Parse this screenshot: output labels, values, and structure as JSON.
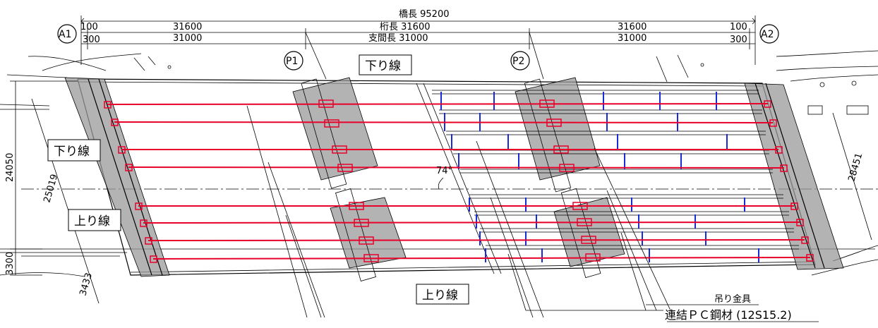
{
  "dimensions": {
    "bridge_length": "橋長 95200",
    "girder_length_left": "31600",
    "girder_length_center": "桁長 31600",
    "girder_length_right": "31600",
    "span_length_left": "31000",
    "span_length_center": "支間長 31000",
    "span_length_right": "31000",
    "end_offset_left_top": "100",
    "end_offset_left_bottom": "300",
    "end_offset_right_top": "100",
    "end_offset_right_bottom": "300",
    "width_total": "24050",
    "width_skew": "25019",
    "width_right": "28451",
    "width_bottom": "3300",
    "width_bottom_skew": "3433",
    "skew_angle": "74°"
  },
  "supports": {
    "a1": "A1",
    "a2": "A2",
    "p1": "P1",
    "p2": "P2"
  },
  "labels": {
    "downline_top": "下り線",
    "downline_left": "下り線",
    "upline_left": "上り線",
    "upline_bottom": "上り線",
    "hanger": "吊り金具",
    "pc_steel": "連結ＰＣ鋼材 (12S15.2)"
  },
  "colors": {
    "pc_tendon": "#e8002a",
    "bracket": "#1a2bd6",
    "gray_zone": "#9a9a9a"
  }
}
